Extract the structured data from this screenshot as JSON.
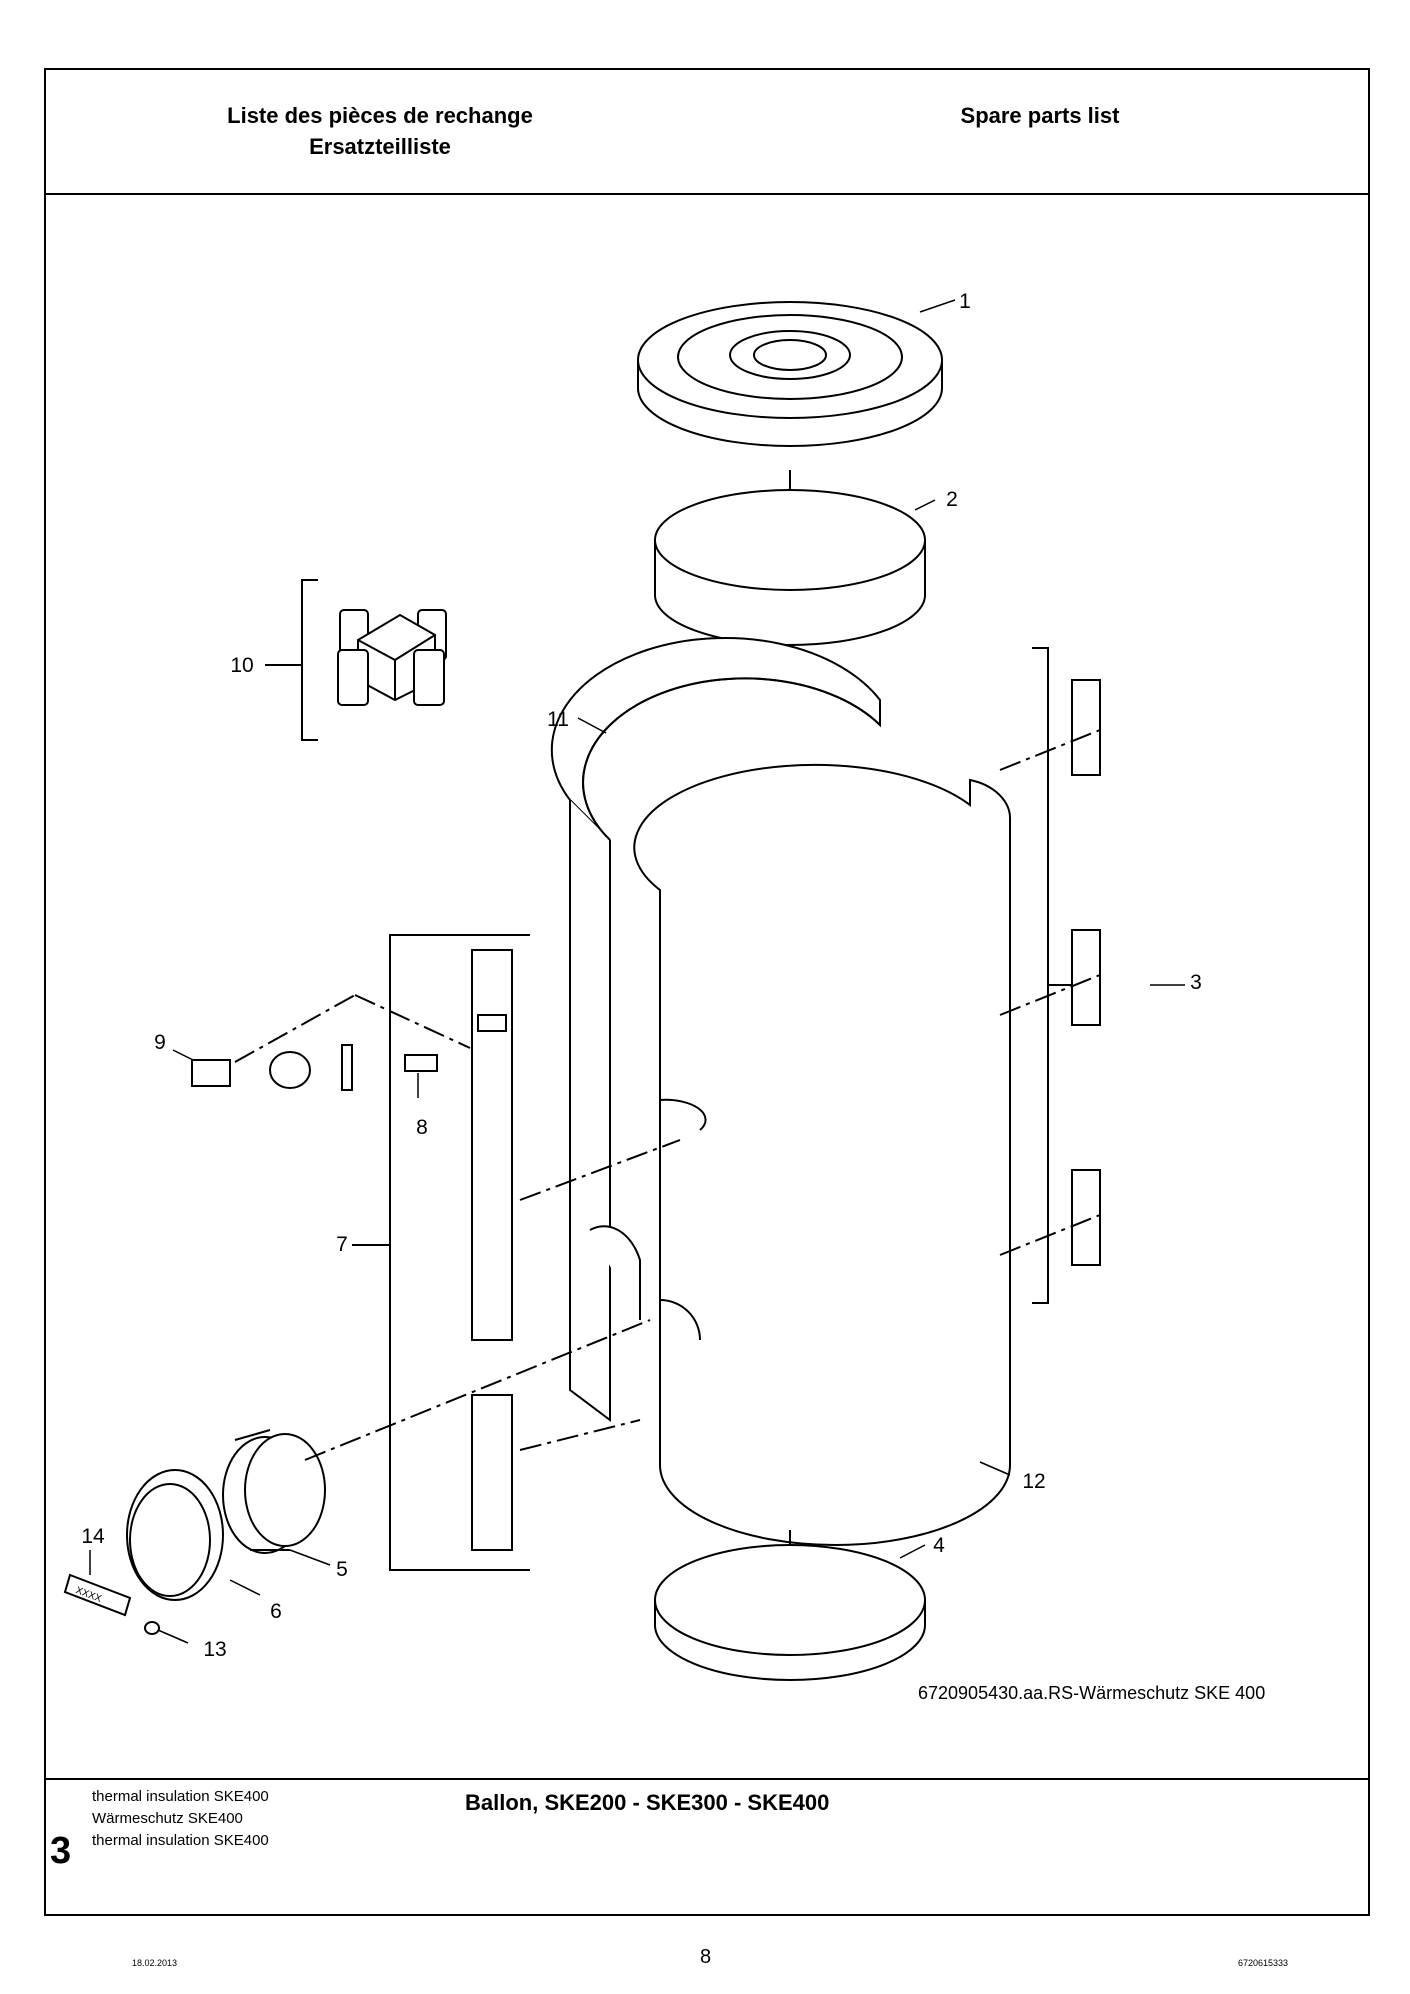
{
  "header": {
    "title_fr": "Liste des pièces de rechange",
    "title_de": "Ersatzteilliste",
    "title_en": "Spare parts list"
  },
  "drawing": {
    "reference": "6720905430.aa.RS-Wärmeschutz SKE 400",
    "callouts": [
      "1",
      "2",
      "3",
      "4",
      "5",
      "6",
      "7",
      "8",
      "9",
      "10",
      "11",
      "12",
      "13",
      "14"
    ],
    "label_text": "XXXX"
  },
  "footer": {
    "section_number": "3",
    "descriptions": [
      "thermal insulation SKE400",
      "Wärmeschutz SKE400",
      "thermal insulation SKE400"
    ],
    "product": "Ballon, SKE200 - SKE300 - SKE400"
  },
  "page": {
    "date": "18.02.2013",
    "number": "8",
    "doc_id": "6720615333"
  }
}
